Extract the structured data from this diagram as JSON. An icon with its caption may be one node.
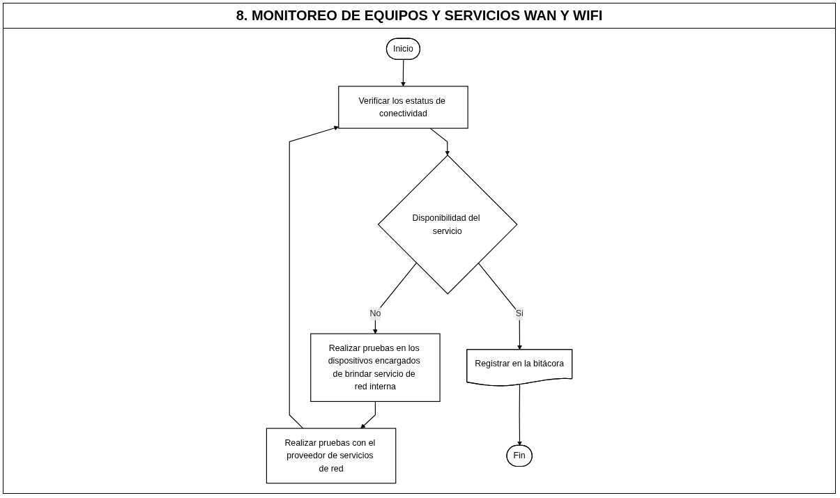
{
  "diagram": {
    "title": "8. MONITOREO DE EQUIPOS Y SERVICIOS WAN Y WIFI",
    "nodes": [
      {
        "text": [
          "Inicio"
        ]
      },
      {
        "text": [
          "Verificar los estatus de conectividad"
        ]
      },
      {
        "text": [
          "Disponibilidad del servicio"
        ]
      },
      {
        "text": [
          "Realizar pruebas en los dispositivos encargados de brindar servicio de red interna"
        ]
      },
      {
        "text": [
          "Realizar pruebas con el proveedor de servicios de red"
        ]
      },
      {
        "text": [
          "Registrar en la bitácora"
        ]
      },
      {
        "text": [
          "Fin"
        ]
      }
    ],
    "edges": [
      {
        "from": 0,
        "to": 1,
        "arrow": "to"
      },
      {
        "from": 1,
        "to": 2,
        "arrow": "to"
      },
      {
        "from": 2,
        "to": 3,
        "label": "No",
        "arrow": "to"
      },
      {
        "from": 3,
        "to": 4,
        "arrow": "to"
      },
      {
        "from": 4,
        "to": 1,
        "arrow": "to"
      },
      {
        "from": 2,
        "to": 5,
        "label": "Si",
        "arrow": "to"
      },
      {
        "from": 5,
        "to": 6,
        "arrow": "to"
      }
    ]
  }
}
